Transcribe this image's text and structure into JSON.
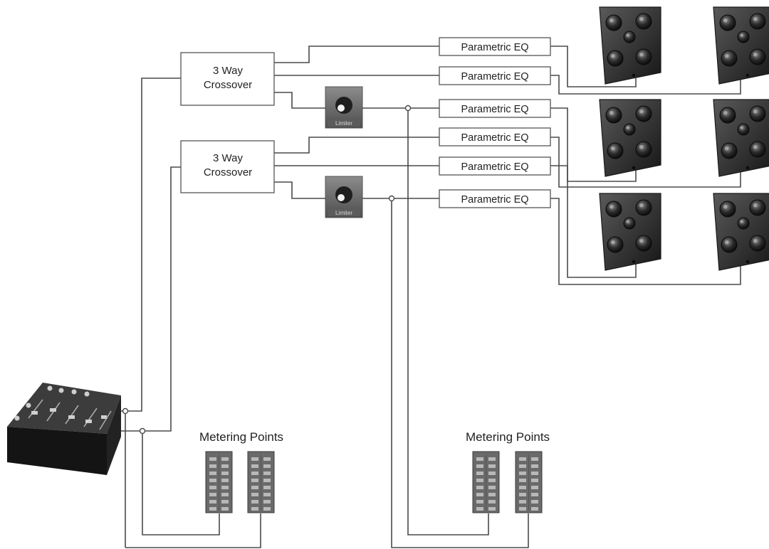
{
  "crossovers": [
    {
      "line1": "3 Way",
      "line2": "Crossover"
    },
    {
      "line1": "3 Way",
      "line2": "Crossover"
    }
  ],
  "eq_label": "Parametric EQ",
  "eq_count": 6,
  "amp_label": "Limiter",
  "metering": [
    {
      "title": "Metering Points"
    },
    {
      "title": "Metering Points"
    }
  ],
  "speaker_count": 6,
  "icons": {
    "mixer": "mixing-console-icon",
    "amp": "amplifier-icon",
    "speaker": "speaker-cabinet-icon",
    "meter": "metering-patch-bay-icon"
  },
  "colors": {
    "wire": "#4a4a4a",
    "device_dark": "#2b2b2b",
    "device_panel": "#6a6a6a",
    "background": "#ffffff"
  }
}
